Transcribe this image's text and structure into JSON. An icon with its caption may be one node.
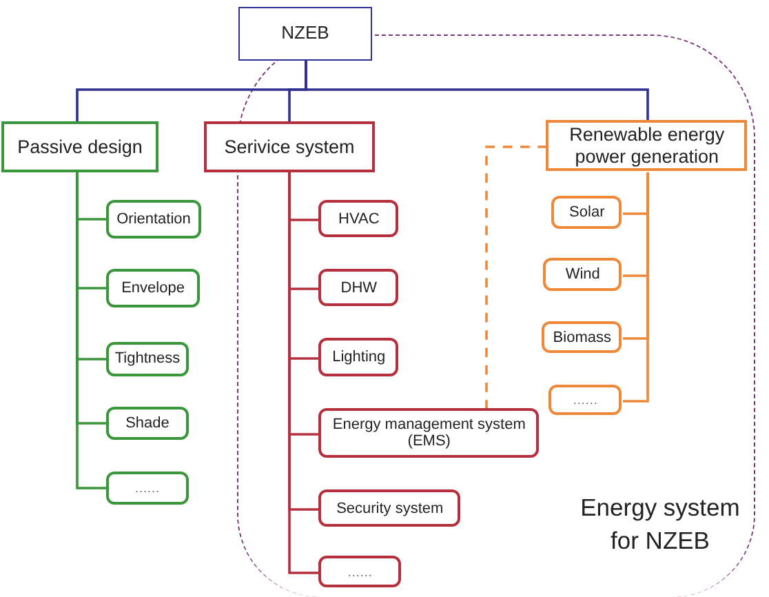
{
  "diagram": {
    "nodes": [
      {
        "text": [
          "NZEB"
        ]
      },
      {
        "text": [
          "Passive design"
        ]
      },
      {
        "text": [
          "Orientation"
        ]
      },
      {
        "text": [
          "Envelope"
        ]
      },
      {
        "text": [
          "Tightness"
        ]
      },
      {
        "text": [
          "Shade"
        ]
      },
      {
        "text": [
          "......"
        ]
      },
      {
        "text": [
          "Energy system for NZEB"
        ]
      },
      {
        "text": [
          "Serivice system"
        ]
      },
      {
        "text": [
          "HVAC"
        ],
        "in": 7
      },
      {
        "text": [
          "DHW"
        ],
        "in": 7
      },
      {
        "text": [
          "Lighting"
        ],
        "in": 7
      },
      {
        "text": [
          "Energy management system (EMS)"
        ],
        "in": 7
      },
      {
        "text": [
          "Security system"
        ],
        "in": 7
      },
      {
        "text": [
          "......"
        ],
        "in": 7
      },
      {
        "text": [
          "Renewable energy power generation"
        ],
        "in": 7
      },
      {
        "text": [
          "Solar"
        ],
        "in": 7
      },
      {
        "text": [
          "Wind"
        ],
        "in": 7
      },
      {
        "text": [
          "Biomass"
        ],
        "in": 7
      },
      {
        "text": [
          "......"
        ],
        "in": 7
      }
    ],
    "edges": [
      {
        "from": 0,
        "to": 1,
        "arrow": "none",
        "color": "#2e3192"
      },
      {
        "from": 0,
        "to": 8,
        "arrow": "none",
        "color": "#2e3192"
      },
      {
        "from": 0,
        "to": 15,
        "arrow": "none",
        "color": "#2e3192"
      },
      {
        "from": 1,
        "to": 2,
        "arrow": "none",
        "color": "#3a963a"
      },
      {
        "from": 1,
        "to": 3,
        "arrow": "none",
        "color": "#3a963a"
      },
      {
        "from": 1,
        "to": 4,
        "arrow": "none",
        "color": "#3a963a"
      },
      {
        "from": 1,
        "to": 5,
        "arrow": "none",
        "color": "#3a963a"
      },
      {
        "from": 1,
        "to": 6,
        "arrow": "none",
        "color": "#3a963a"
      },
      {
        "from": 8,
        "to": 9,
        "arrow": "none",
        "color": "#b5303c"
      },
      {
        "from": 8,
        "to": 10,
        "arrow": "none",
        "color": "#b5303c"
      },
      {
        "from": 8,
        "to": 11,
        "arrow": "none",
        "color": "#b5303c"
      },
      {
        "from": 8,
        "to": 12,
        "arrow": "none",
        "color": "#b5303c"
      },
      {
        "from": 8,
        "to": 13,
        "arrow": "none",
        "color": "#b5303c"
      },
      {
        "from": 8,
        "to": 14,
        "arrow": "none",
        "color": "#b5303c"
      },
      {
        "from": 15,
        "to": 16,
        "arrow": "none",
        "color": "#f0883a"
      },
      {
        "from": 15,
        "to": 17,
        "arrow": "none",
        "color": "#f0883a"
      },
      {
        "from": 15,
        "to": 18,
        "arrow": "none",
        "color": "#f0883a"
      },
      {
        "from": 15,
        "to": 19,
        "arrow": "none",
        "color": "#f0883a"
      },
      {
        "from": 15,
        "to": 12,
        "arrow": "none",
        "style": "dashed",
        "color": "#f0883a"
      }
    ]
  }
}
